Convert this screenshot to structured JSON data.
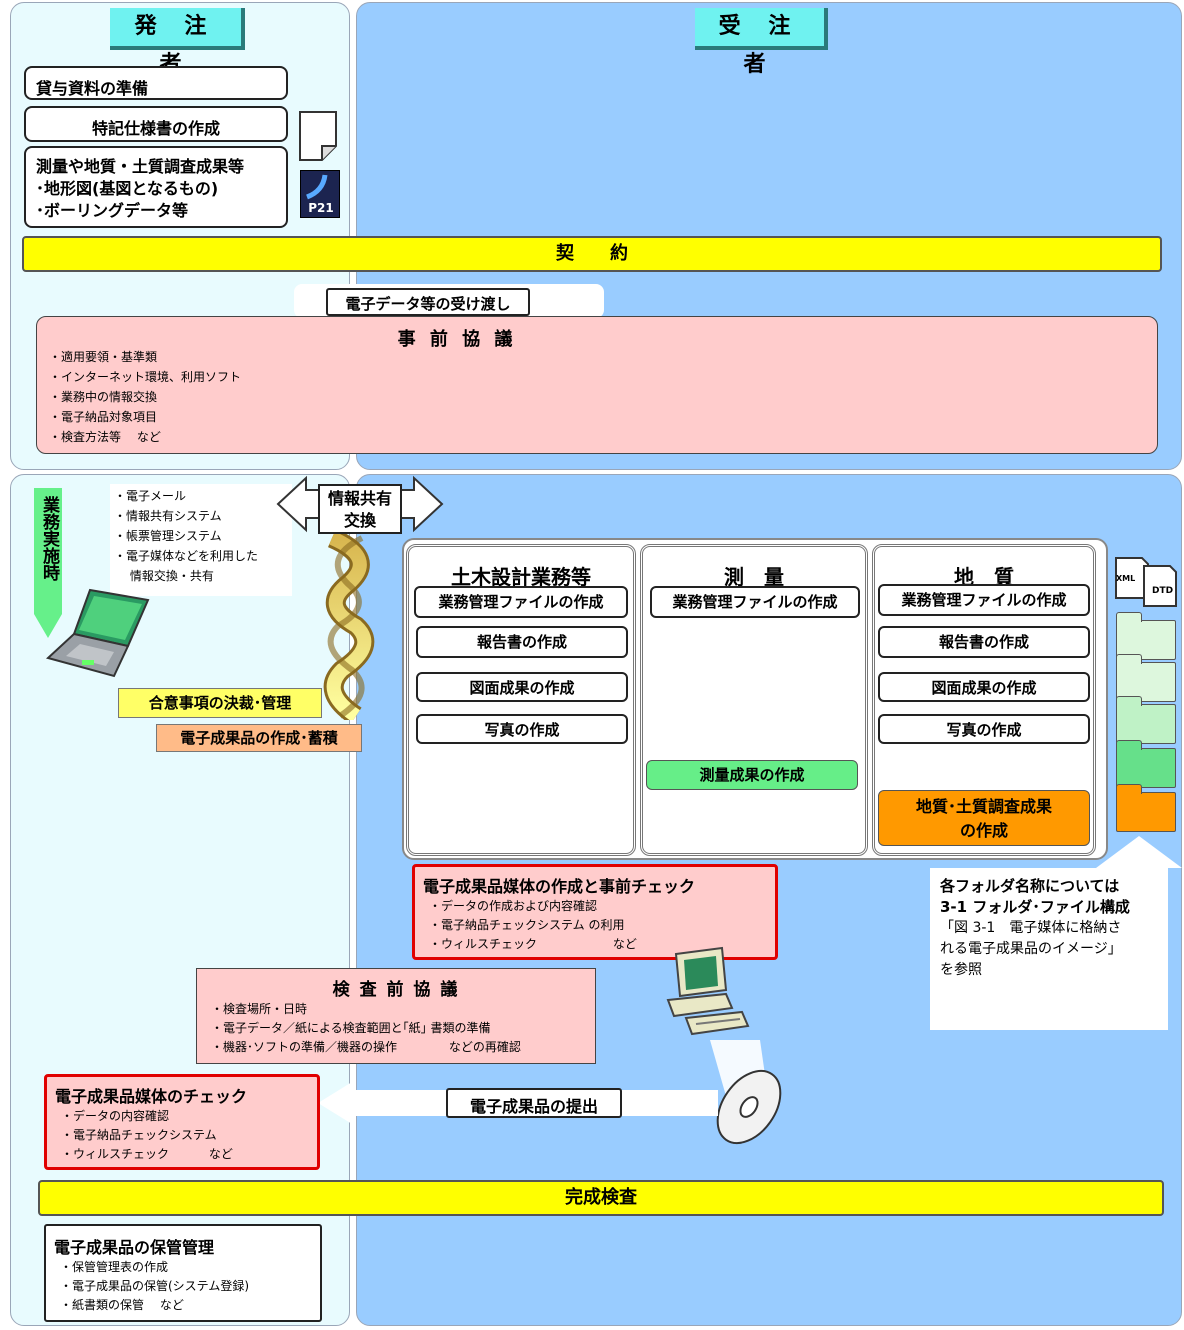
{
  "headers": {
    "client": "発 注 者",
    "contractor": "受 注 者"
  },
  "prep": {
    "materials": "貸与資料の準備",
    "specs": "特記仕様書の作成",
    "survey_lines": [
      "測量や地質・土質調査成果等",
      "･地形図(基図となるもの)",
      "･ボーリングデータ等"
    ],
    "p21_label": "P21"
  },
  "contract": "契　　約",
  "handover": "電子データ等の受け渡し",
  "pre_meeting": {
    "title": "事 前 協 議",
    "items": [
      "・適用要領・基準類",
      "・インターネット環境、利用ソフト",
      "・業務中の情報交換",
      "・電子納品対象項目",
      "・検査方法等　 など"
    ]
  },
  "during": {
    "label": "業務実施時",
    "methods": [
      "・電子メール",
      "・情報共有システム",
      "・帳票管理システム",
      "・電子媒体などを利用した",
      "　 情報交換・共有"
    ],
    "exchange_line1": "情報共有",
    "exchange_line2": "交換",
    "agreement": "合意事項の決裁･管理",
    "accumulate": "電子成果品の作成･蓄積"
  },
  "columns": [
    {
      "title": "土木設計業務等",
      "items": [
        "業務管理ファイルの作成",
        "報告書の作成",
        "図面成果の作成",
        "写真の作成"
      ]
    },
    {
      "title": "測　量",
      "items": [
        "業務管理ファイルの作成"
      ],
      "special": "測量成果の作成"
    },
    {
      "title": "地　質",
      "items": [
        "業務管理ファイルの作成",
        "報告書の作成",
        "図面成果の作成",
        "写真の作成"
      ],
      "special_lines": [
        "地質･土質調査成果",
        "の作成"
      ]
    }
  ],
  "file_icons": {
    "xml": "XML",
    "dtd": "DTD"
  },
  "folder_colors": {
    "light": "#ddf7dd",
    "mid": "#bff2c6",
    "green": "#66e08a",
    "orange": "#ff9900"
  },
  "folder_note": {
    "bold1": "各フォルダ名称については",
    "bold2": "3-1 フォルダ･ファイル構成",
    "lines": [
      "「図 3-1　電子媒体に格納さ",
      "れる電子成果品のイメージ」",
      "を参照"
    ]
  },
  "media_check": {
    "title": "電子成果品媒体の作成と事前チェック",
    "items": [
      "・データの作成および内容確認",
      "・電子納品チェックシステム の利用",
      "・ウィルスチェック　　　　　　 など"
    ]
  },
  "pre_inspection": {
    "title": "検 査 前 協 議",
    "items": [
      "・検査場所・日時",
      "・電子データ／紙による検査範囲と｢紙｣ 書類の準備",
      "・機器･ソフトの準備／機器の操作　　　　 などの再確認"
    ]
  },
  "client_check": {
    "title": "電子成果品媒体のチェック",
    "items": [
      "・データの内容確認",
      "・電子納品チェックシステム",
      "・ウィルスチェック　　　 など"
    ]
  },
  "submission": "電子成果品の提出",
  "inspection": "完成検査",
  "storage": {
    "title": "電子成果品の保管管理",
    "items": [
      "・保管管理表の作成",
      "・電子成果品の保管(システム登録)",
      "・紙書類の保管　 など"
    ]
  }
}
